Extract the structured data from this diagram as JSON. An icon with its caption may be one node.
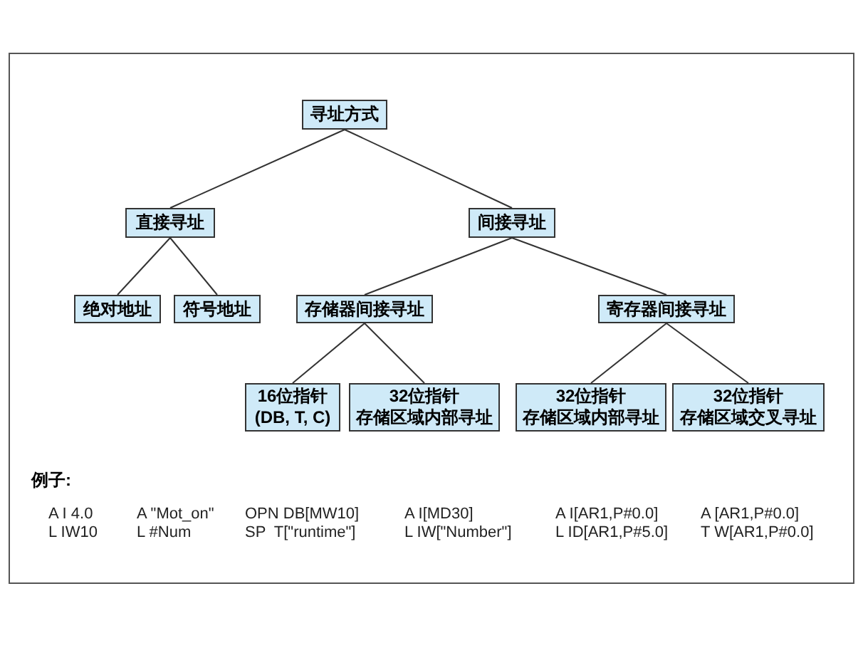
{
  "diagram": {
    "nodes": [
      {
        "text": [
          "寻址方式"
        ]
      },
      {
        "text": [
          "直接寻址"
        ]
      },
      {
        "text": [
          "间接寻址"
        ]
      },
      {
        "text": [
          "绝对地址"
        ]
      },
      {
        "text": [
          "符号地址"
        ]
      },
      {
        "text": [
          "存储器间接寻址"
        ]
      },
      {
        "text": [
          "寄存器间接寻址"
        ]
      },
      {
        "text": [
          "16位指针",
          "(DB, T, C)"
        ]
      },
      {
        "text": [
          "32位指针",
          "存储区域内部寻址"
        ]
      },
      {
        "text": [
          "32位指针",
          "存储区域内部寻址"
        ]
      },
      {
        "text": [
          "32位指针",
          "存储区域交叉寻址"
        ]
      }
    ],
    "edges": [
      {
        "from": 0,
        "to": 1,
        "arrow": "none"
      },
      {
        "from": 0,
        "to": 2,
        "arrow": "none"
      },
      {
        "from": 1,
        "to": 3,
        "arrow": "none"
      },
      {
        "from": 1,
        "to": 4,
        "arrow": "none"
      },
      {
        "from": 2,
        "to": 5,
        "arrow": "none"
      },
      {
        "from": 2,
        "to": 6,
        "arrow": "none"
      },
      {
        "from": 5,
        "to": 7,
        "arrow": "none"
      },
      {
        "from": 5,
        "to": 8,
        "arrow": "none"
      },
      {
        "from": 6,
        "to": 9,
        "arrow": "none"
      },
      {
        "from": 6,
        "to": 10,
        "arrow": "none"
      }
    ],
    "labels": [
      "例子:",
      "A I 4.0",
      "A \"Mot_on\"",
      "OPN DB[MW10]",
      "A I[MD30]",
      "A I[AR1,P#0.0]",
      "A [AR1,P#0.0]",
      "L IW10",
      "L #Num",
      "SP  T[\"runtime\"]",
      "L IW[\"Number\"]",
      "L ID[AR1,P#5.0]",
      "T W[AR1,P#0.0]"
    ]
  }
}
